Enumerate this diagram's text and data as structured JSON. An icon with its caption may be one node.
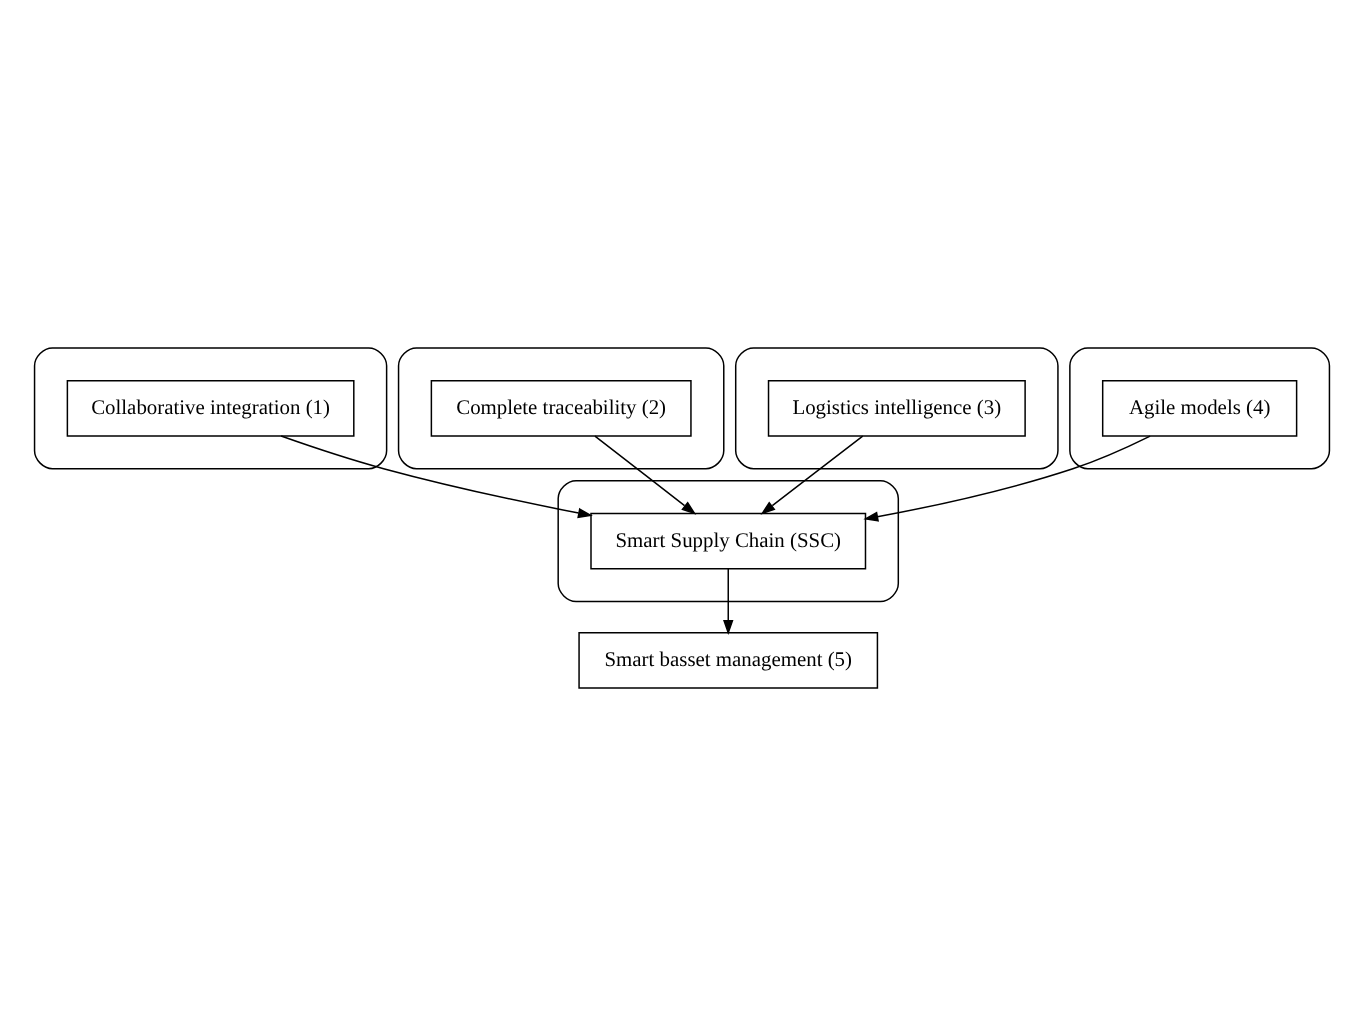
{
  "diagram": {
    "nodes": [
      {
        "text": [],
        "shape": "ellipse"
      },
      {
        "text": [
          "Collaborative integration (1)"
        ],
        "in": 0
      },
      {
        "text": [],
        "shape": "ellipse"
      },
      {
        "text": [
          "Complete traceability (2)"
        ],
        "in": 2
      },
      {
        "text": [],
        "shape": "ellipse"
      },
      {
        "text": [
          "Smart Supply Chain (SSC)"
        ],
        "in": 4
      },
      {
        "text": [],
        "shape": "ellipse"
      },
      {
        "text": [
          "Logistics intelligence (3)"
        ],
        "in": 6
      },
      {
        "text": [],
        "shape": "ellipse"
      },
      {
        "text": [
          "Agile models (4)"
        ],
        "in": 8
      },
      {
        "text": [
          "Smart basset management (5)"
        ]
      }
    ],
    "edges": [
      {
        "from": 1,
        "to": 5,
        "arrow": "to"
      },
      {
        "from": 3,
        "to": 5,
        "arrow": "to"
      },
      {
        "from": 7,
        "to": 5,
        "arrow": "to"
      },
      {
        "from": 9,
        "to": 5,
        "arrow": "to"
      },
      {
        "from": 5,
        "to": 10,
        "arrow": "to"
      }
    ]
  }
}
